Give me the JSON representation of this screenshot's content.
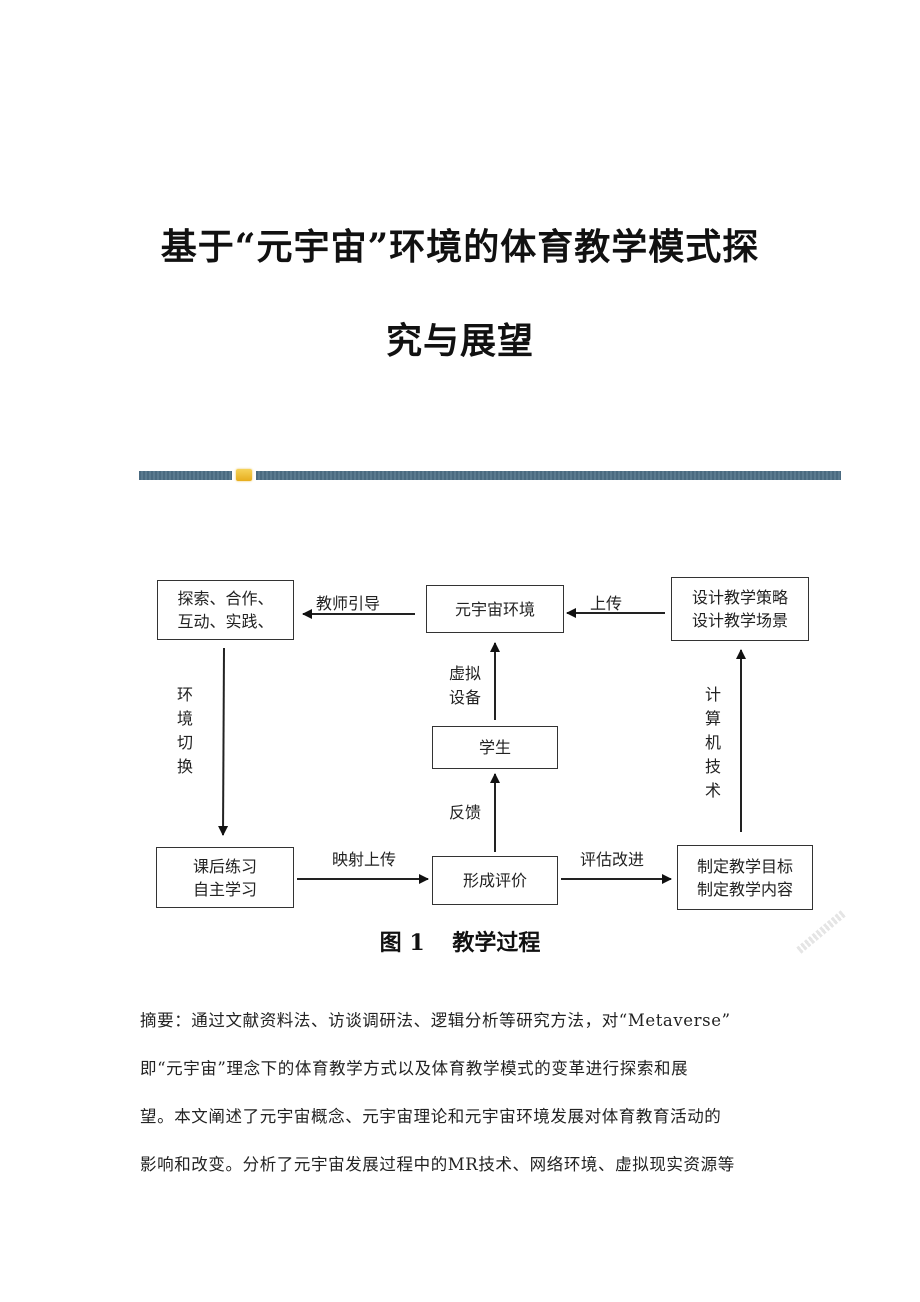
{
  "document": {
    "title_lines": [
      "基于“元宇宙”环境的体育教学模式探",
      "究与展望"
    ]
  },
  "figure": {
    "nodes": {
      "explore": [
        "探索、合作、",
        "互动、实践、"
      ],
      "metaverse_env": [
        "元宇宙环境"
      ],
      "design": [
        "设计教学策略",
        "设计教学场景"
      ],
      "student": [
        "学生"
      ],
      "after_class": [
        "课后练习",
        "自主学习"
      ],
      "evaluation": [
        "形成评价"
      ],
      "goals": [
        "制定教学目标",
        "制定教学内容"
      ]
    },
    "edges": {
      "teacher_guide": "教师引导",
      "upload": "上传",
      "virtual_device": [
        "虚拟",
        "设备"
      ],
      "env_switch": "环境切换",
      "computer_tech": "计算机技术",
      "feedback": "反馈",
      "map_upload": "映射上传",
      "assess_improve": "评估改进"
    },
    "caption": {
      "number": "图 1",
      "title": "教学过程"
    }
  },
  "abstract": {
    "lines": [
      "摘要：通过文献资料法、访谈调研法、逻辑分析等研究方法，对“Metaverse”",
      "即“元宇宙”理念下的体育教学方式以及体育教学模式的变革进行探索和展",
      "望。本文阐述了元宇宙概念、元宇宙理论和元宇宙环境发展对体育教育活动的",
      "影响和改变。分析了元宇宙发展过程中的MR技术、网络环境、虚拟现实资源等"
    ]
  },
  "colors": {
    "divider": "#4e6d83",
    "ornament": "#f0c03a",
    "line": "#222222"
  }
}
